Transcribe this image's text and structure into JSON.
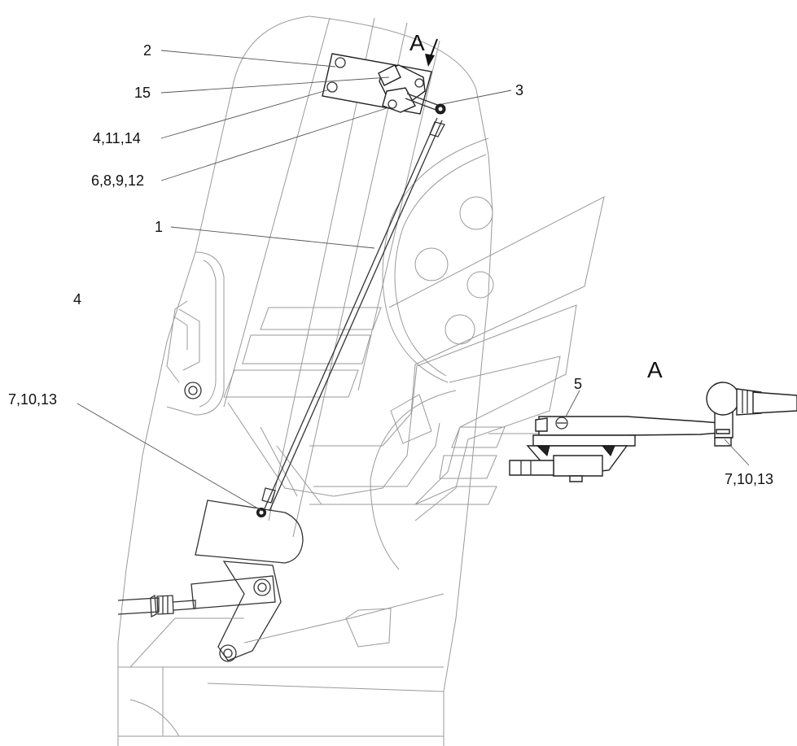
{
  "labels": {
    "l2": "2",
    "l15": "15",
    "l4_11_14": "4,11,14",
    "l6_8_9_12": "6,8,9,12",
    "l3": "3",
    "l1": "1",
    "l4": "4",
    "l7_10_13_left": "7,10,13",
    "l5": "5",
    "l7_10_13_right": "7,10,13",
    "view_arrow": "A",
    "view_title": "A"
  }
}
